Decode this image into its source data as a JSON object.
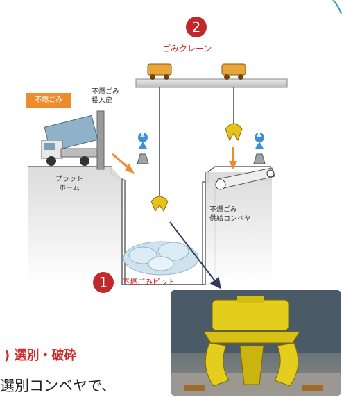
{
  "diagram": {
    "crane_number": "2",
    "crane_label": "ごみクレーン",
    "tag_label": "不燃ごみ",
    "input_door_label": [
      "不燃ごみ",
      "投入扉"
    ],
    "platform_label": [
      "プラット",
      "ホーム"
    ],
    "conveyor_label": [
      "不燃ごみ",
      "供給コンベヤ"
    ],
    "pit_number": "1",
    "pit_label": "不燃ごみピット",
    "marker_letter": "A"
  },
  "footer": {
    "heading": "選別・破砕",
    "body": "選別コンベヤで、"
  },
  "colors": {
    "accent_red": "#c0282c",
    "tag_orange": "#ef8a2d",
    "arrow_blue": "#2f3a5c",
    "marker_blue": "#3d8fd6"
  }
}
